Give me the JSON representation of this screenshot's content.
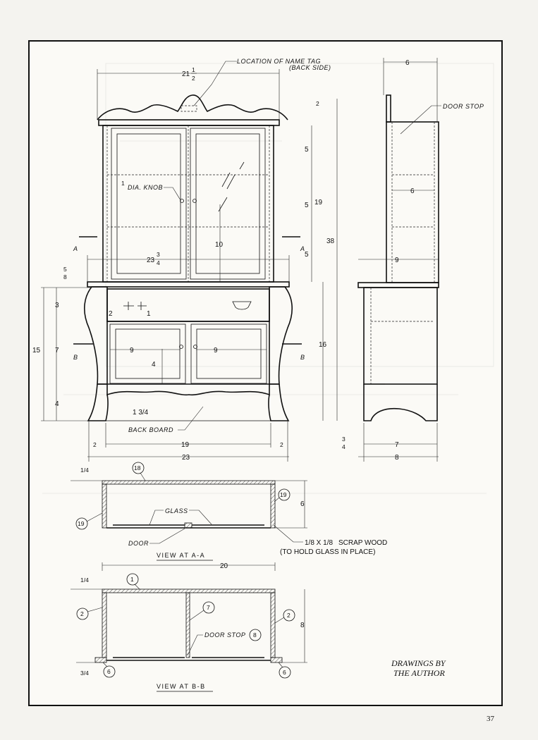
{
  "labels": {
    "name_tag_1": "LOCATION OF NAME TAG",
    "name_tag_2": "(BACK SIDE)",
    "door_stop": "DOOR STOP",
    "dia_knob": "DIA. KNOB",
    "back_board": "BACK BOARD",
    "glass": "GLASS",
    "door": "DOOR",
    "scrap_wood_1": "SCRAP WOOD",
    "scrap_wood_2": "(TO HOLD GLASS IN PLACE)",
    "door_stop_bb": "DOOR STOP",
    "section_a": "A",
    "section_b": "B"
  },
  "front_dims": {
    "width_top": "21",
    "height_total": "38",
    "lower_height": "16",
    "upper_height": "19",
    "shelf_gap": "5",
    "knob_height": "10",
    "width_upper": "23",
    "lower_total": "15",
    "drawer_h": "3",
    "door_h": "7",
    "base_h": "4",
    "inner_w_l": "9",
    "inner_w_r": "9",
    "knob_drop": "4",
    "drawer_l": "2",
    "drawer_r": "1",
    "leg": "1 3/4",
    "inside_w": "19",
    "overall_w": "23"
  },
  "side_dims": {
    "top_depth": "6",
    "shelf_depth": "6",
    "upper_depth": "9",
    "base_depth": "7",
    "overall_depth": "8"
  },
  "fractions": {
    "half": "1",
    "quarter": "4",
    "eighth": "8",
    "two": "2",
    "three": "3",
    "seven": "7",
    "five": "5"
  },
  "view_aa": {
    "title": "VIEW AT A-A",
    "quarter": "1/4",
    "depth": "6",
    "width": "20",
    "parts": [
      "18",
      "19",
      "19"
    ],
    "scrap_size": "1/8 X 1/8"
  },
  "view_bb": {
    "title": "VIEW AT B-B",
    "quarter": "1/4",
    "three_quarter": "3/4",
    "depth": "8",
    "parts": [
      "1",
      "2",
      "2",
      "7",
      "8",
      "6",
      "6"
    ]
  },
  "credit": [
    "DRAWINGS BY",
    "THE AUTHOR"
  ],
  "page_number": "37"
}
